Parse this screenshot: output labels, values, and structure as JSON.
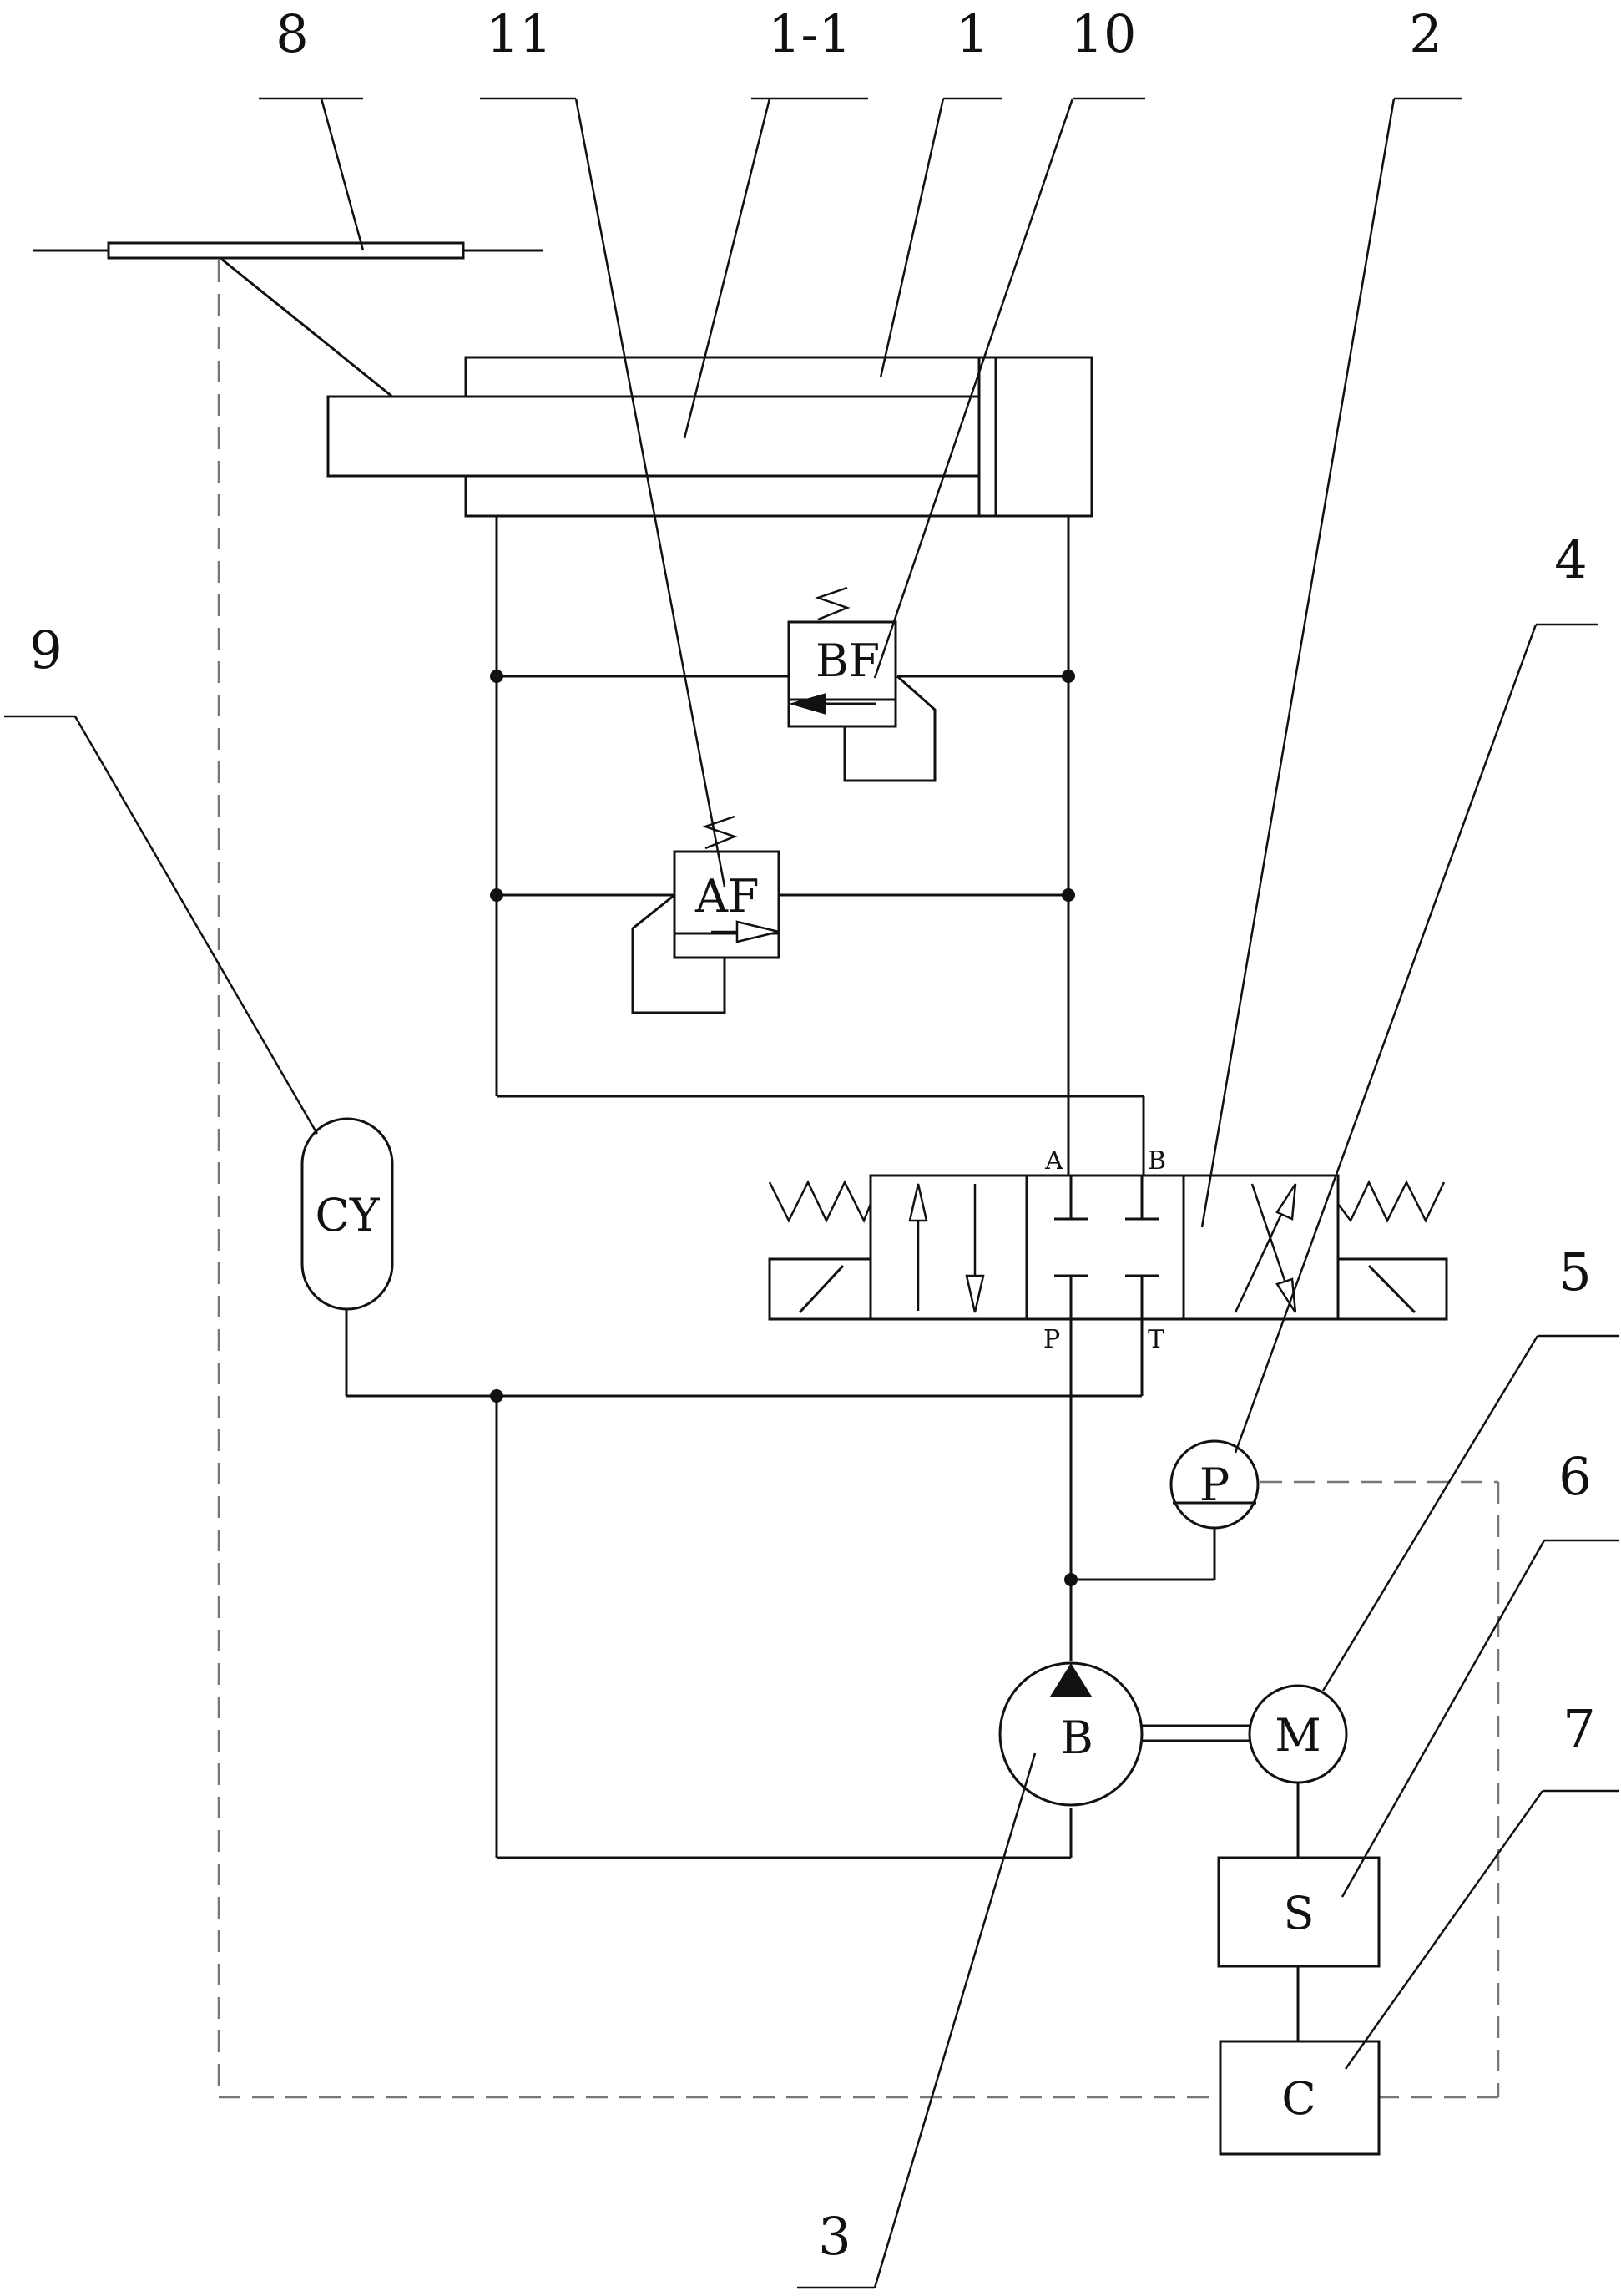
{
  "diagram": {
    "reference_numbers": {
      "cylinder": "1",
      "piston_rod": "1-1",
      "directional_valve": "2",
      "pump": "3",
      "pressure_sensor": "4",
      "motor": "5",
      "drive": "6",
      "controller": "7",
      "displacement_sensor": "8",
      "accumulator": "9",
      "valve_b": "10",
      "valve_a": "11"
    },
    "component_labels": {
      "valve_a": "AF",
      "valve_b": "BF",
      "accumulator": "CY",
      "pressure_sensor": "P",
      "pump": "B",
      "motor": "M",
      "drive": "S",
      "controller": "C"
    },
    "ports": {
      "a": "A",
      "b": "B",
      "p": "P",
      "t": "T"
    }
  }
}
